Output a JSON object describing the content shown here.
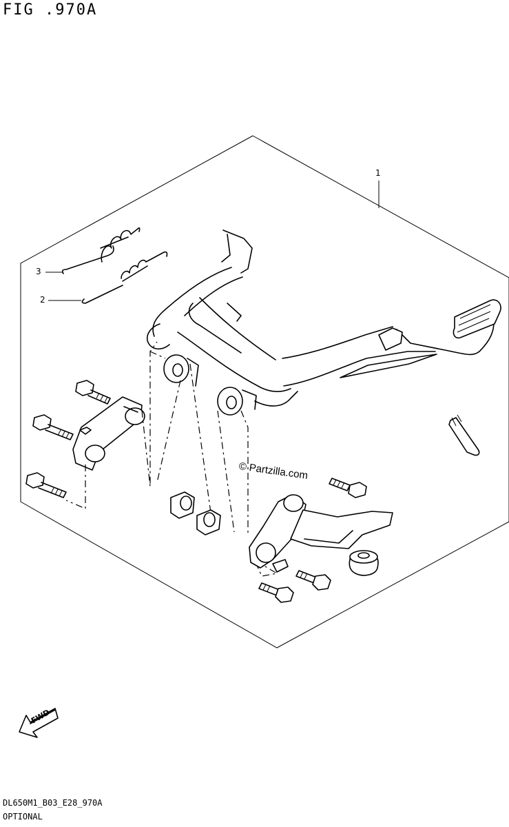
{
  "figure": {
    "title": "FIG .970A",
    "code": "DL650M1_B03_E28_970A",
    "section": "OPTIONAL"
  },
  "callouts": [
    {
      "number": "1"
    },
    {
      "number": "2"
    },
    {
      "number": "3"
    }
  ],
  "watermark": "© Partzilla.com",
  "direction_badge": "FWD"
}
